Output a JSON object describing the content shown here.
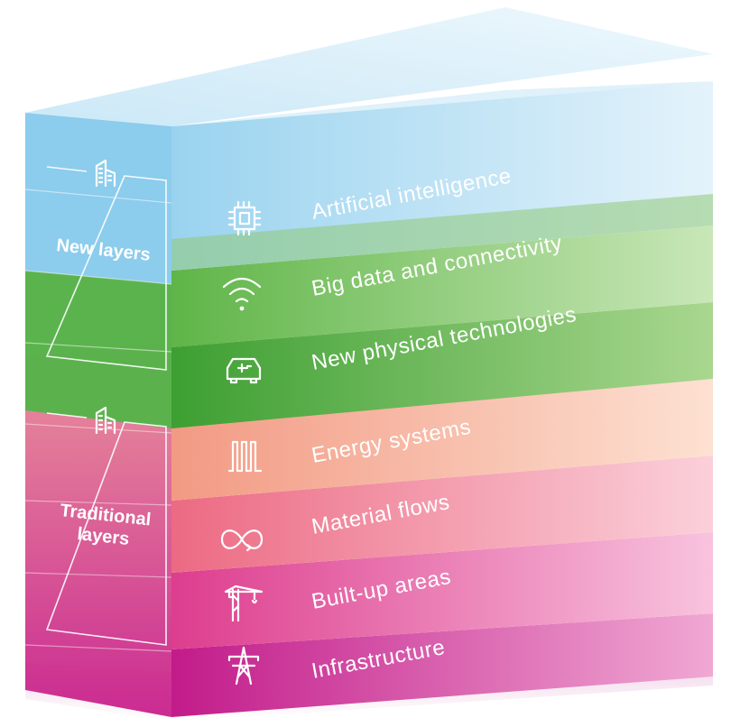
{
  "groups": {
    "new": {
      "label": "New layers",
      "icon": "building-icon"
    },
    "traditional": {
      "label_line1": "Traditional",
      "label_line2": "layers",
      "icon": "building-icon"
    }
  },
  "layers": [
    {
      "label": "Artificial intelligence",
      "icon": "chip-icon",
      "color": "#8ccbe9"
    },
    {
      "label": "Big data and connectivity",
      "icon": "wifi-icon",
      "color": "#7dc05c"
    },
    {
      "label": "New physical technologies",
      "icon": "electric-car-icon",
      "color": "#49a83a"
    },
    {
      "label": "Energy systems",
      "icon": "heating-coil-icon",
      "color": "#f4b08d"
    },
    {
      "label": "Material flows",
      "icon": "infinity-loop-icon",
      "color": "#ee7f8f"
    },
    {
      "label": "Built-up areas",
      "icon": "crane-icon",
      "color": "#e2489a"
    },
    {
      "label": "Infrastructure",
      "icon": "power-pylon-icon",
      "color": "#c71f8f"
    }
  ]
}
